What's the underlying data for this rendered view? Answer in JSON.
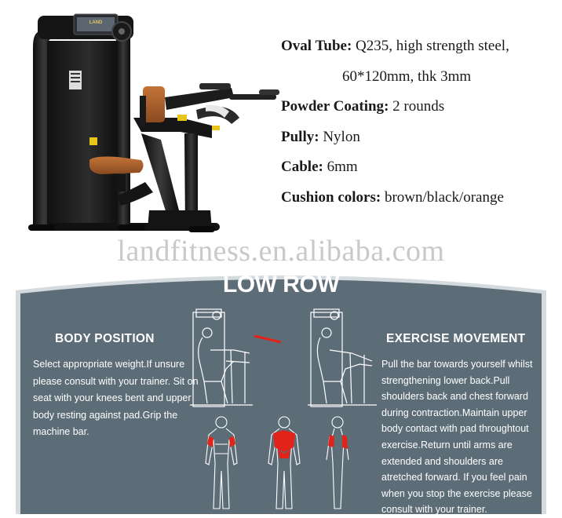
{
  "specs": {
    "oval_tube_label": "Oval Tube",
    "oval_tube_value": "Q235, high strength steel,",
    "oval_tube_value_cont": "60*120mm, thk 3mm",
    "powder_label": "Powder Coating",
    "powder_value": "2 rounds",
    "pully_label": "Pully",
    "pully_value": "Nylon",
    "cable_label": "Cable",
    "cable_value": "6mm",
    "cushion_label": "Cushion colors",
    "cushion_value": "brown/black/orange",
    "separator": ": "
  },
  "watermark": "landfitness.en.alibaba.com",
  "brand": "LAND",
  "panel": {
    "title": "LOW ROW",
    "body_position_title": "BODY POSITION",
    "body_position_text": "Select appropriate weight.If unsure please consult with your trainer. Sit on seat with your knees bent and upper body resting against pad.Grip the machine bar.",
    "exercise_title": "EXERCISE MOVEMENT",
    "exercise_text": "Pull the bar towards yourself whilst strengthening lower back.Pull shoulders back and chest forward during contraction.Maintain upper body contact with pad throughtout exercise.Return until arms are extended and shoulders are atretched forward. If you feel pain when you stop the exercise please consult with your trainer."
  },
  "colors": {
    "panel_bg": "#5d6d78",
    "panel_border": "#d4dadd",
    "frame": "#1c1c1c",
    "cushion": "#a85f2e",
    "accent_yellow": "#e8c51a",
    "muscle_red": "#e2231a"
  }
}
